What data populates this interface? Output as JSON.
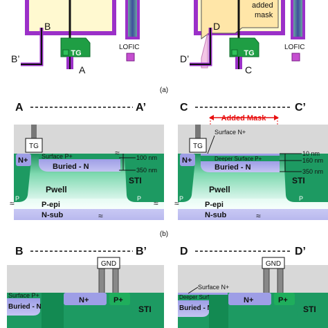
{
  "top_panel": {
    "left": {
      "label_b": "B",
      "label_b_prime": "B’",
      "label_a": "A",
      "tg": "TG",
      "lofic": "LOFIC"
    },
    "right": {
      "mask_text_line1": "added",
      "mask_text_line2": "mask",
      "label_d": "D",
      "label_d_prime": "D’",
      "label_c": "C",
      "tg": "TG",
      "lofic": "LOFIC"
    },
    "caption": "(a)"
  },
  "middle_panel": {
    "left": {
      "title_left": "A",
      "title_right": "A’",
      "tg": "TG",
      "n_plus": "N+",
      "surface_p": "Surface P+",
      "buried_n": "Buried - N",
      "pwell": "Pwell",
      "p_epi": "P-epi",
      "n_sub": "N-sub",
      "sti": "STI",
      "p_left": "P",
      "p_right": "P",
      "dim_100": "100 nm",
      "dim_350": "350 nm"
    },
    "right": {
      "title_left": "C",
      "title_right": "C’",
      "added_mask": "Added Mask",
      "surface_n_label": "Surface N+",
      "tg": "TG",
      "n_plus": "N+",
      "deeper_surface_p": "Deeper Surface P+",
      "buried_n": "Buried - N",
      "pwell": "Pwell",
      "p_epi": "P-epi",
      "n_sub": "N-sub",
      "sti": "STI",
      "p_left": "P",
      "p_right": "P",
      "dim_10": "10 nm",
      "dim_160": "160 nm",
      "dim_350": "350 nm"
    },
    "caption": "(b)"
  },
  "bottom_panel": {
    "left": {
      "title_left": "B",
      "title_right": "B’",
      "gnd": "GND",
      "surface_p": "Surface P+",
      "buried_n": "Buried - N",
      "n_plus": "N+",
      "p_plus": "P+",
      "sti": "STI"
    },
    "right": {
      "title_left": "D",
      "title_right": "D’",
      "gnd": "GND",
      "surface_n_label": "Surface N+",
      "deeper_surface_p": "Deeper Surface P+",
      "buried_n": "Buried - N",
      "n_plus": "N+",
      "p_plus": "P+",
      "sti": "STI"
    }
  }
}
